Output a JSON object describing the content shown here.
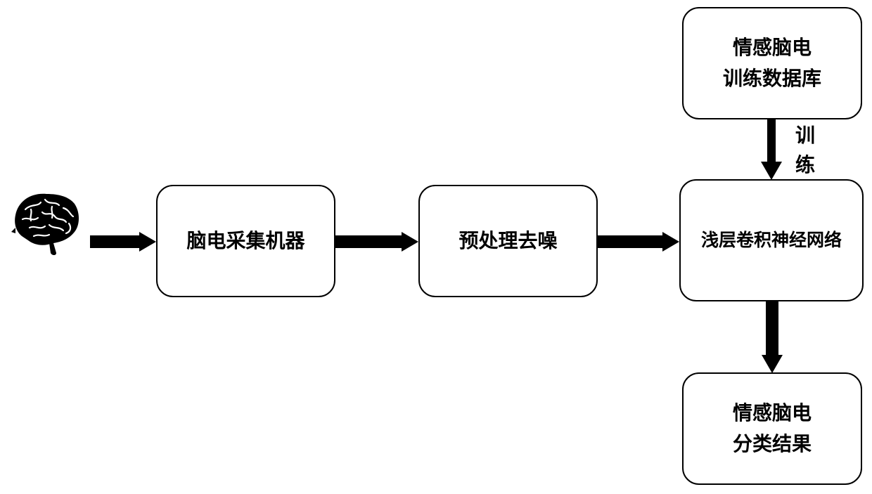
{
  "nodes": {
    "eeg_device": {
      "label": "脑电采集机器"
    },
    "preprocess": {
      "label": "预处理去噪"
    },
    "cnn": {
      "label": "浅层卷积神经网络"
    },
    "database": {
      "line1": "情感脑电",
      "line2": "训练数据库"
    },
    "result": {
      "line1": "情感脑电",
      "line2": "分类结果"
    }
  },
  "edges": {
    "train_label_1": "训",
    "train_label_2": "练"
  },
  "icons": {
    "source": "brain-icon"
  }
}
